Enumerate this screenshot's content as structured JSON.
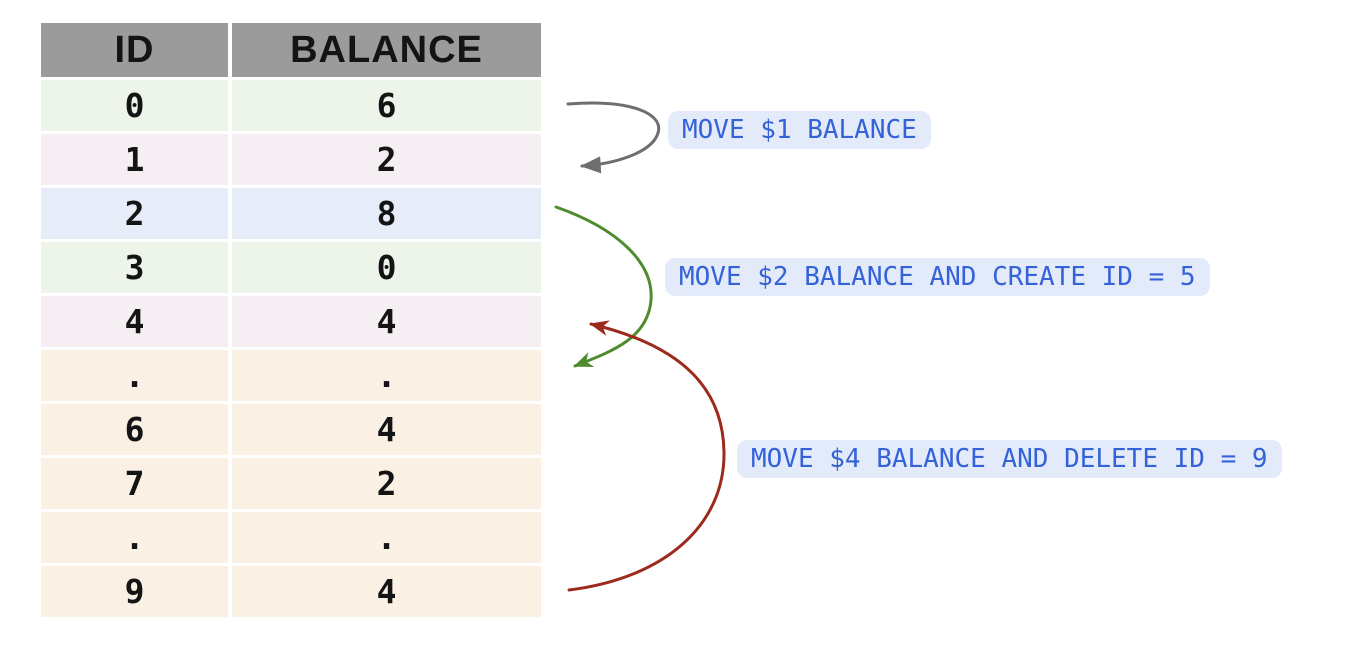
{
  "table": {
    "columns": [
      "ID",
      "BALANCE"
    ],
    "rows": [
      {
        "id": "0",
        "balance": "6",
        "color": "green"
      },
      {
        "id": "1",
        "balance": "2",
        "color": "pink"
      },
      {
        "id": "2",
        "balance": "8",
        "color": "blue"
      },
      {
        "id": "3",
        "balance": "0",
        "color": "green"
      },
      {
        "id": "4",
        "balance": "4",
        "color": "pink"
      },
      {
        "id": ".",
        "balance": ".",
        "color": "cream"
      },
      {
        "id": "6",
        "balance": "4",
        "color": "cream"
      },
      {
        "id": "7",
        "balance": "2",
        "color": "cream"
      },
      {
        "id": ".",
        "balance": ".",
        "color": "cream"
      },
      {
        "id": "9",
        "balance": "4",
        "color": "cream"
      }
    ]
  },
  "annotations": [
    {
      "label": "MOVE $1 BALANCE",
      "arrow_color": "#6e6e6e"
    },
    {
      "label": "MOVE $2 BALANCE AND CREATE ID = 5",
      "arrow_color": "#4e8c2f"
    },
    {
      "label": "MOVE $4 BALANCE AND DELETE ID = 9",
      "arrow_color": "#9c2b1d"
    }
  ],
  "colors": {
    "header_bg": "#9b9b9b",
    "row_green": "#edf4e9",
    "row_pink": "#f5eef2",
    "row_blue": "#e6edf9",
    "row_cream": "#faf1e4",
    "label_bg": "#e3ebfb",
    "label_text": "#3462d8"
  }
}
